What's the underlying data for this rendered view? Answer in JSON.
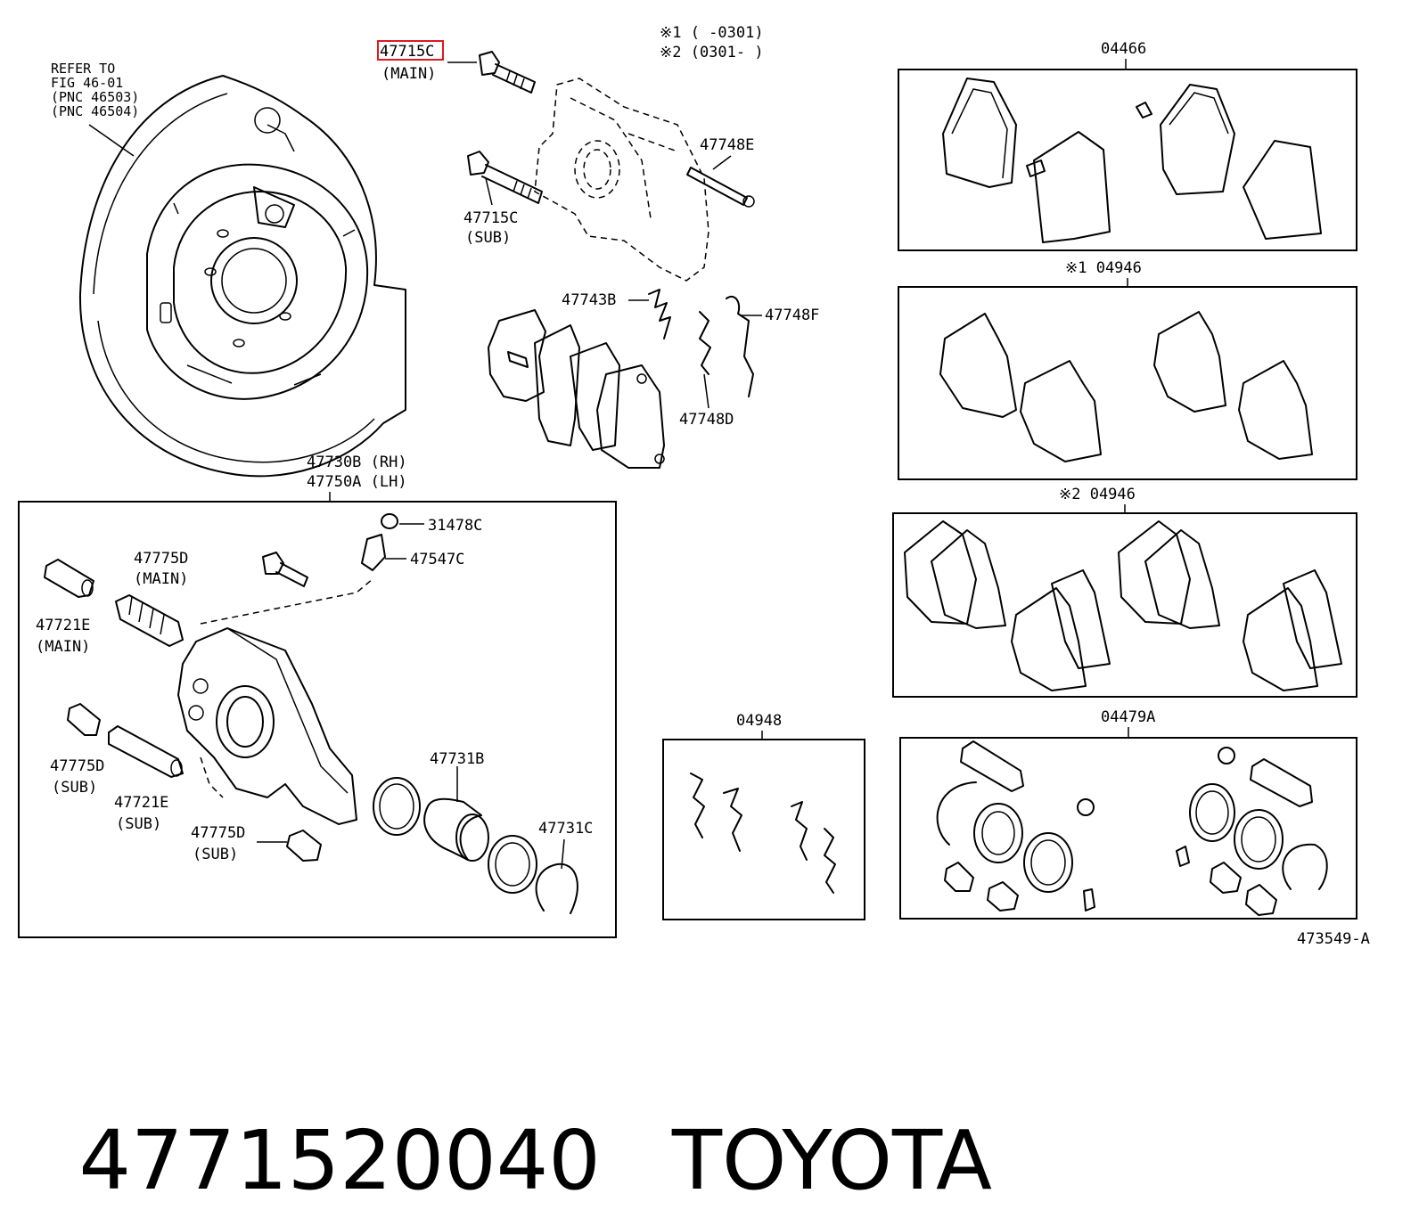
{
  "labels": {
    "refer": [
      "REFER TO",
      "FIG 46-01",
      "(PNC 46503)",
      "(PNC 46504)"
    ],
    "main_bolt": "47715C",
    "main_bolt_note": "(MAIN)",
    "date1": "※1 (      -0301)",
    "date2": "※2 (0301-      )",
    "pin_47748e": "47748E",
    "sub_bolt": "47715C",
    "sub_bolt_note": "(SUB)",
    "clip_47743b": "47743B",
    "clip_47748f": "47748F",
    "clip_47748d": "47748D",
    "caliper_rh": "47730B (RH)",
    "caliper_lh": "47750A (LH)",
    "cap_31478c": "31478C",
    "bleeder_47547c": "47547C",
    "boot_main": "47775D",
    "boot_main_note": "(MAIN)",
    "pin_main": "47721E",
    "pin_main_note": "(MAIN)",
    "boot_sub": "47775D",
    "boot_sub_note": "(SUB)",
    "pin_sub": "47721E",
    "pin_sub_note": "(SUB)",
    "boot_sub2": "47775D",
    "boot_sub2_note": "(SUB)",
    "piston": "47731B",
    "seal_ring": "47731C",
    "kit_04466": "04466",
    "kit_04946_1": "※1 04946",
    "kit_04946_2": "※2 04946",
    "kit_04948": "04948",
    "kit_04479a": "04479A",
    "drawing_no": "473549-A"
  },
  "caption": {
    "part_number": "4771520040",
    "brand": "TOYOTA"
  },
  "colors": {
    "line": "#000000",
    "highlight": "#e0191f",
    "background": "#ffffff"
  }
}
